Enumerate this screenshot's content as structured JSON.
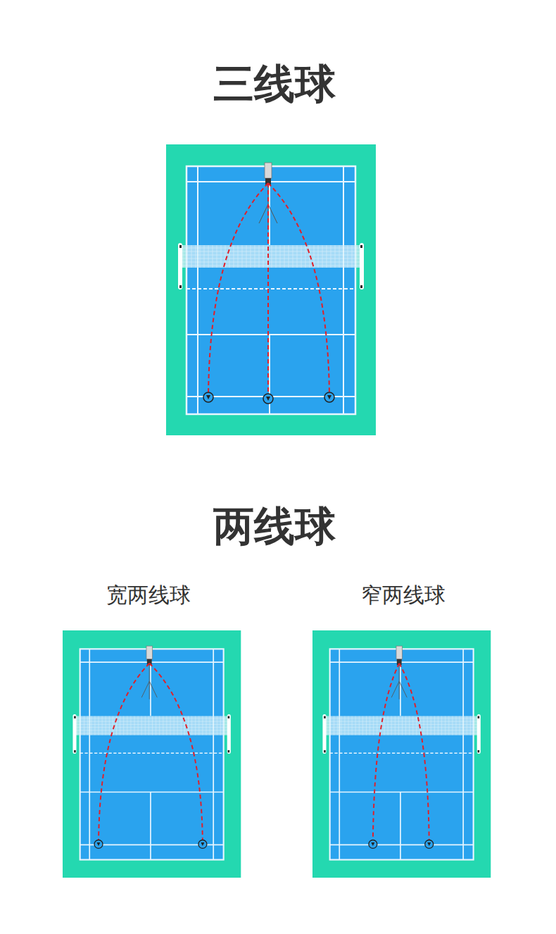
{
  "diagram": {
    "title": "三线球",
    "labels": [
      "两线球",
      "宽两线球",
      "窄两线球"
    ]
  }
}
